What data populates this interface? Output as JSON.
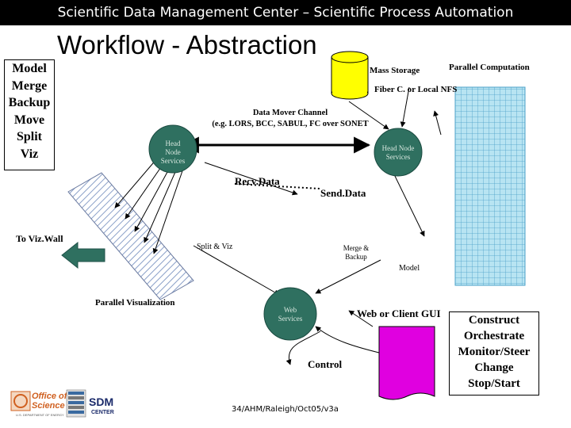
{
  "header": {
    "title": "Scientific Data Management Center – Scientific Process Automation"
  },
  "slide": {
    "title": "Workflow - Abstraction"
  },
  "stages": [
    "Model",
    "Merge",
    "Backup",
    "Move",
    "Split",
    "Viz"
  ],
  "commands": [
    "Construct",
    "Orchestrate",
    "Monitor/Steer",
    "Change",
    "Stop/Start"
  ],
  "labels": {
    "mass_storage": "Mass Storage",
    "parallel_computation": "Parallel Computation",
    "fiber": "Fiber C. or Local NFS",
    "channel_line1": "Data Mover Channel",
    "channel_line2": "(e.g. LORS, BCC, SABUL, FC over SONET",
    "head_node_left_1": "Head",
    "head_node_left_2": "Node",
    "head_node_left_3": "Services",
    "head_node_right_1": "Head Node",
    "head_node_right_2": "Services",
    "recv_data": "Recv.Data",
    "send_data": "Send.Data",
    "to_viz_wall": "To Viz.Wall",
    "split_viz": "Split & Viz",
    "merge_backup_1": "Merge &",
    "merge_backup_2": "Backup",
    "model": "Model",
    "parallel_visualization": "Parallel Visualization",
    "web_services_1": "Web",
    "web_services_2": "Services",
    "web_client_gui": "Web or Client GUI",
    "control": "Control"
  },
  "logos": {
    "office_of_science_1": "Office of",
    "office_of_science_2": "Science",
    "us_dept": "U.S. DEPARTMENT OF ENERGY",
    "sdm_1": "SDM",
    "sdm_2": "CENTER"
  },
  "footer": {
    "slide_ref": "34/AHM/Raleigh/Oct05/v3a"
  },
  "colors": {
    "header_bg": "#000000",
    "node_fill": "#2f7060",
    "storage_fill": "#ffff00",
    "gui_fill": "#e000e0",
    "grid_fill": "#b8e4f2",
    "grid_line": "#4aa0c8",
    "hatch_line": "#8aa0c8",
    "arrow_fill": "#2f7060"
  }
}
